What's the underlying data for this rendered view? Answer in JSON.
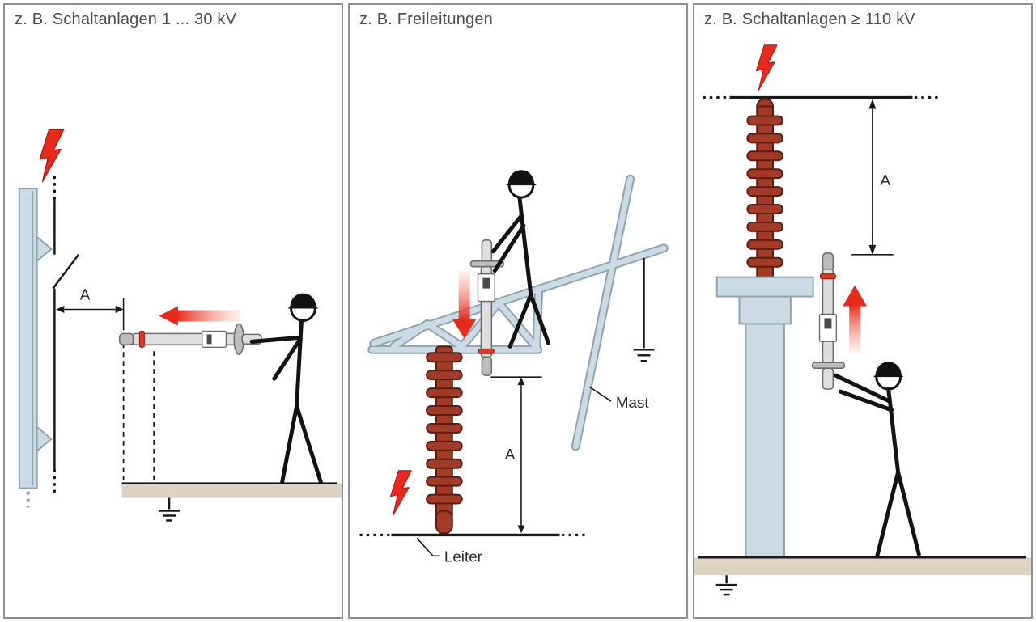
{
  "panels": [
    {
      "id": "schaltanlagen-1-30kv",
      "title": "z. B. Schaltanlagen 1 ... 30 kV",
      "dim_a": "A"
    },
    {
      "id": "freileitungen",
      "title": "z. B. Freileitungen",
      "dim_a": "A",
      "mast": "Mast",
      "leiter": "Leiter"
    },
    {
      "id": "schaltanlagen-110kv",
      "title": "z. B. Schaltanlagen ≥ 110 kV",
      "dim_a": "A"
    }
  ],
  "colors": {
    "structure": "#ccdbe3",
    "structure_outline": "#8aa4b0",
    "insulator": "#a23a28",
    "insulator_outline": "#5e1d12",
    "signal_red": "#e8291d",
    "ground": "#ddd3c2",
    "panel_border": "#8f8f8f",
    "text": "#4d4d4d"
  }
}
